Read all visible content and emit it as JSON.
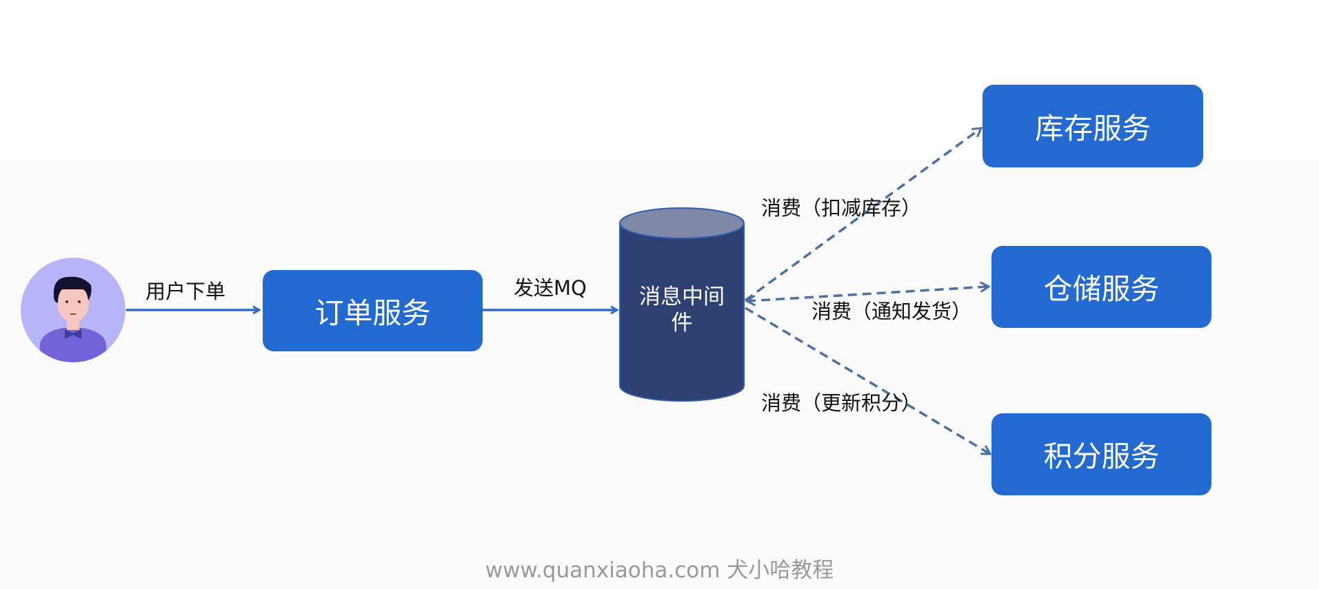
{
  "user": {
    "label": "用户下单"
  },
  "order_service": {
    "label": "订单服务"
  },
  "send": {
    "label": "发送MQ"
  },
  "middleware": {
    "line1": "消息中间",
    "line2": "件"
  },
  "consumers": [
    {
      "service": "库存服务",
      "action": "消费（扣减库存）"
    },
    {
      "service": "仓储服务",
      "action": "消费（通知发货）"
    },
    {
      "service": "积分服务",
      "action": "消费（更新积分）"
    }
  ],
  "footer": "www.quanxiaoha.com 犬小哈教程",
  "colors": {
    "box": "#2269d1",
    "arrow": "#2f6bc4",
    "dashed": "#4a6fa5",
    "cylinder": "#2f4172",
    "cylinder_top": "#8088a8"
  }
}
